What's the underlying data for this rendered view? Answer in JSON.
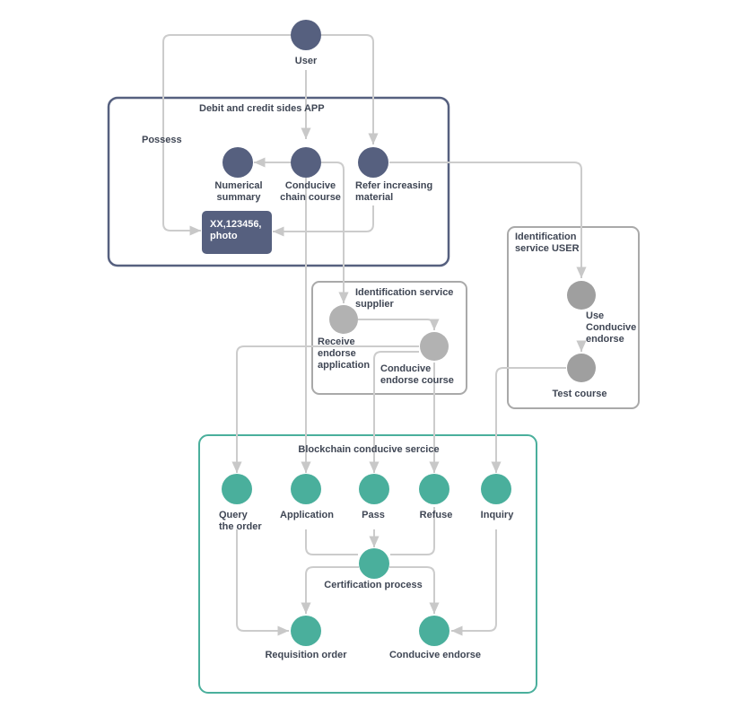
{
  "groups": {
    "app": {
      "title": "Debit and credit sides APP",
      "possess": "Possess"
    },
    "supplier": {
      "title": "Identification service\nsupplier"
    },
    "user_service": {
      "title": "Identification\nservice USER"
    },
    "blockchain": {
      "title": "Blockchain conducive sercice"
    }
  },
  "nodes": {
    "user": "User",
    "numerical": "Numerical\nsummary",
    "conducive_chain": "Conducive\nchain course",
    "refer": "Refer increasing\nmaterial",
    "card": "XX,123456,\nphoto",
    "receive": "Receive\nendorse\napplication",
    "conducive_course": "Conducive\nendorse course",
    "use_conducive": "Use\nConducive\nendorse",
    "test_course": "Test course",
    "query": "Query\nthe order",
    "application": "Application",
    "pass": "Pass",
    "refuse": "Refuse",
    "inquiry": "Inquiry",
    "certification": "Certification process",
    "requisition": "Requisition order",
    "conducive_endorse": "Conducive endorse"
  },
  "colors": {
    "navy": "#56607f",
    "gray": "#a8a8a8",
    "gray_dark": "#9c9c9c",
    "teal": "#4aaf9c",
    "teal_border": "#4aaf9c",
    "connector": "#cccccc"
  }
}
